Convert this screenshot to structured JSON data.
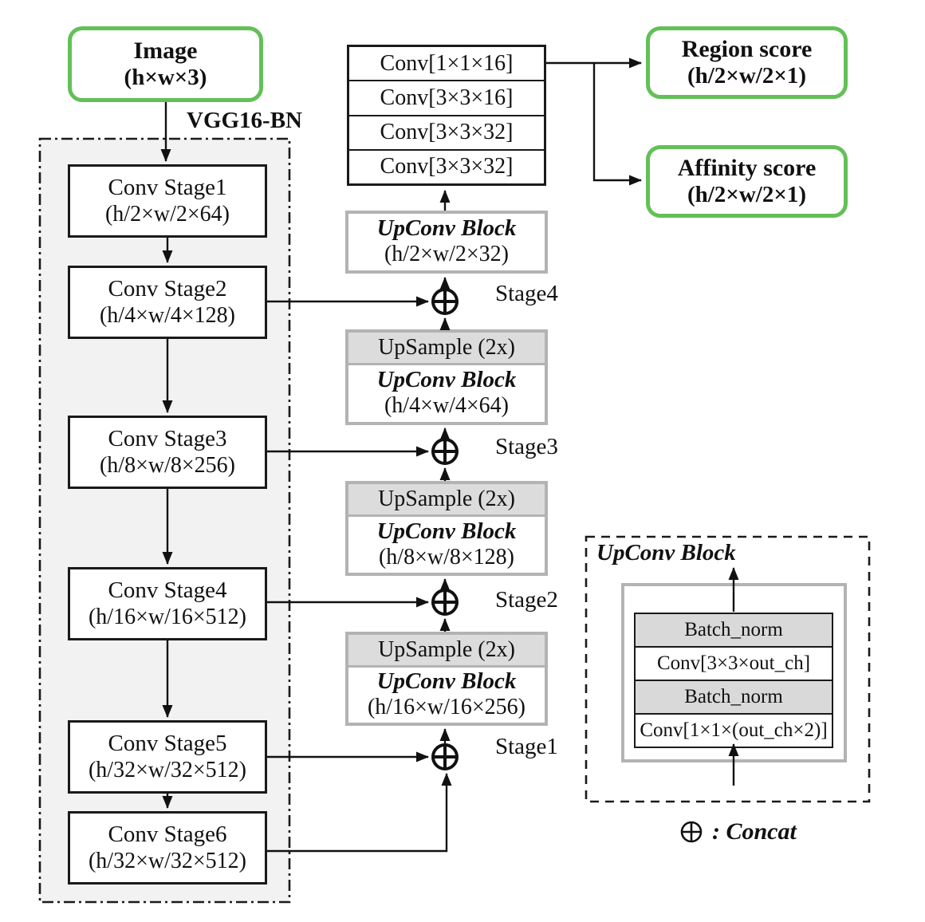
{
  "diagram": {
    "image_box": {
      "title": "Image",
      "subtitle": "(h×w×3)"
    },
    "backbone_label": "VGG16-BN",
    "conv_stages": [
      {
        "title": "Conv Stage1",
        "subtitle": "(h/2×w/2×64)"
      },
      {
        "title": "Conv Stage2",
        "subtitle": "(h/4×w/4×128)"
      },
      {
        "title": "Conv Stage3",
        "subtitle": "(h/8×w/8×256)"
      },
      {
        "title": "Conv Stage4",
        "subtitle": "(h/16×w/16×512)"
      },
      {
        "title": "Conv Stage5",
        "subtitle": "(h/32×w/32×512)"
      },
      {
        "title": "Conv Stage6",
        "subtitle": "(h/32×w/32×512)"
      }
    ],
    "head_convs": [
      "Conv[1×1×16]",
      "Conv[3×3×16]",
      "Conv[3×3×32]",
      "Conv[3×3×32]"
    ],
    "upconv_top": {
      "title": "UpConv Block",
      "subtitle": "(h/2×w/2×32)"
    },
    "up_groups": [
      {
        "upsample": "UpSample (2x)",
        "title": "UpConv Block",
        "subtitle": "(h/4×w/4×64)"
      },
      {
        "upsample": "UpSample (2x)",
        "title": "UpConv Block",
        "subtitle": "(h/8×w/8×128)"
      },
      {
        "upsample": "UpSample (2x)",
        "title": "UpConv Block",
        "subtitle": "(h/16×w/16×256)"
      }
    ],
    "concat_labels": [
      "Stage4",
      "Stage3",
      "Stage2",
      "Stage1"
    ],
    "outputs": [
      {
        "title": "Region score",
        "subtitle": "(h/2×w/2×1)"
      },
      {
        "title": "Affinity score",
        "subtitle": "(h/2×w/2×1)"
      }
    ],
    "upconv_detail": {
      "title": "UpConv Block",
      "rows": [
        "Batch_norm",
        "Conv[3×3×out_ch]",
        "Batch_norm",
        "Conv[1×1×(out_ch×2)]"
      ]
    },
    "legend": {
      "text": ": Concat"
    },
    "colors": {
      "green": "#63c057",
      "gray_border": "#b3b3b3",
      "upsample_bg": "#dcdcdc",
      "panel_bg": "#f2f2f2",
      "row_gray": "#d9d9d9"
    }
  }
}
